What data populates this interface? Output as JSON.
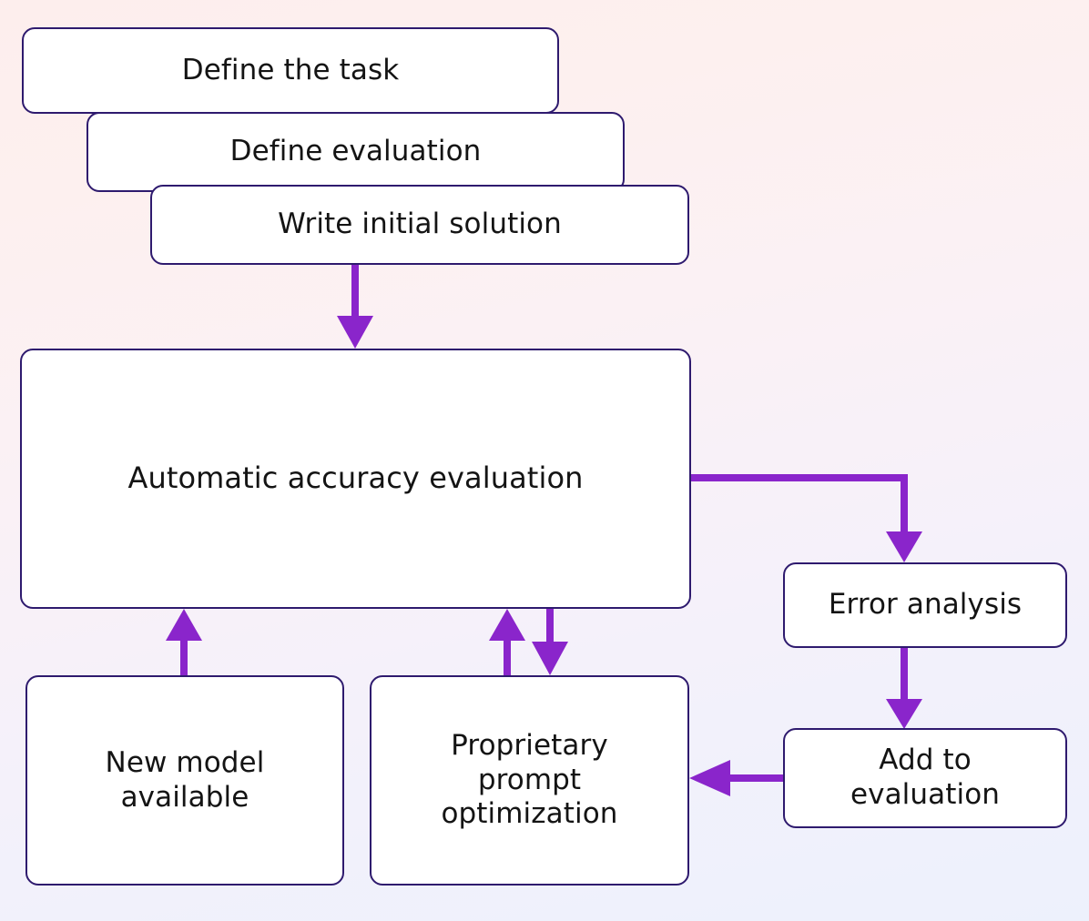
{
  "diagram": {
    "title": "LLM task evaluation and improvement loop",
    "type": "flowchart",
    "background": {
      "gradient_from": "#fdeeed",
      "gradient_to": "#edf1fc"
    },
    "style": {
      "node_fill": "#ffffff",
      "node_border": "#2e1a6e",
      "edge_color": "#8a25cb",
      "text_color": "#141414"
    },
    "nodes": {
      "define_task": "Define the task",
      "define_evaluation": "Define evaluation",
      "write_initial_solution": "Write initial solution",
      "automatic_accuracy_evaluation": "Automatic accuracy evaluation",
      "new_model_available": "New model\navailable",
      "proprietary_prompt_optimization": "Proprietary\nprompt\noptimization",
      "error_analysis": "Error analysis",
      "add_to_evaluation": "Add to\nevaluation"
    },
    "edges": [
      {
        "id": "e1",
        "from": "write_initial_solution",
        "to": "automatic_accuracy_evaluation",
        "direction": "down"
      },
      {
        "id": "e2",
        "from": "automatic_accuracy_evaluation",
        "to": "error_analysis",
        "direction": "right-then-down"
      },
      {
        "id": "e3",
        "from": "error_analysis",
        "to": "add_to_evaluation",
        "direction": "down"
      },
      {
        "id": "e4",
        "from": "add_to_evaluation",
        "to": "proprietary_prompt_optimization",
        "direction": "left"
      },
      {
        "id": "e5",
        "from": "proprietary_prompt_optimization",
        "to": "automatic_accuracy_evaluation",
        "direction": "up"
      },
      {
        "id": "e6",
        "from": "automatic_accuracy_evaluation",
        "to": "proprietary_prompt_optimization",
        "direction": "down"
      },
      {
        "id": "e7",
        "from": "new_model_available",
        "to": "automatic_accuracy_evaluation",
        "direction": "up"
      }
    ]
  }
}
